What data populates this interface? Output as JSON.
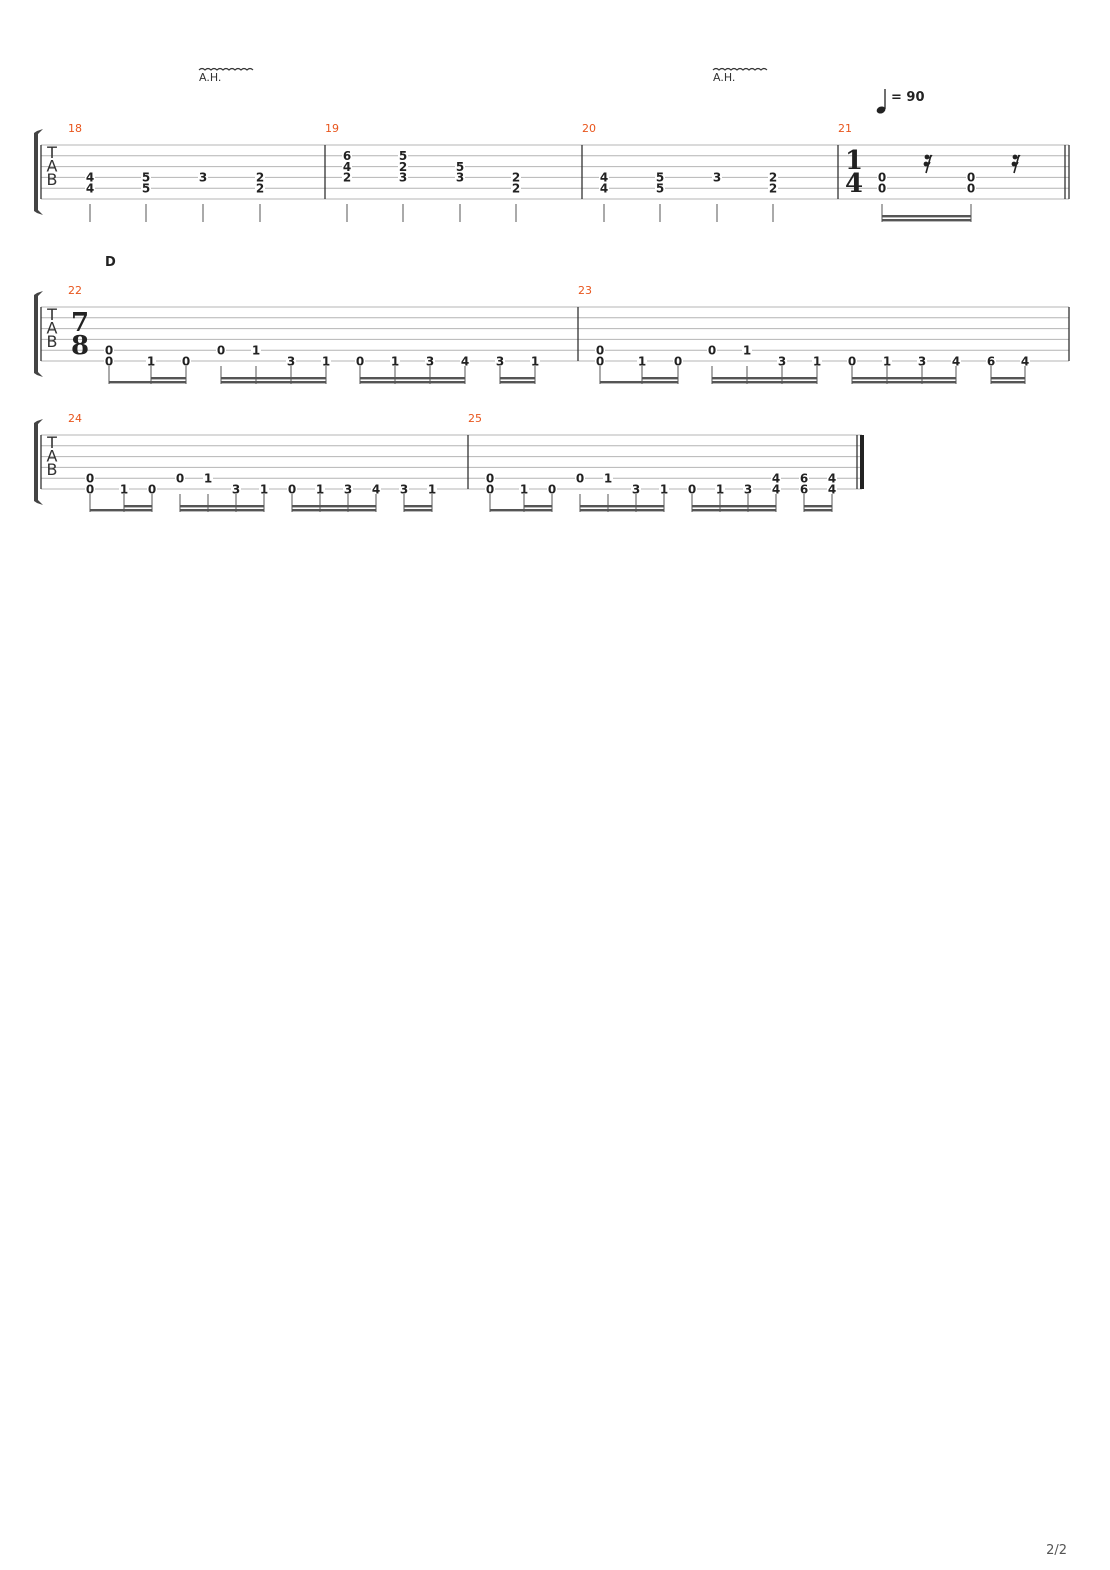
{
  "page": {
    "number": "2/2"
  },
  "tab_clef": [
    "T",
    "A",
    "B"
  ],
  "tempo": {
    "symbol": "quarter-note",
    "text": "= 90"
  },
  "rehearsal_marker": "D",
  "annotations": [
    "A.H.",
    "A.H."
  ],
  "systems": [
    {
      "measures": [
        {
          "number": "18",
          "beats": [
            {
              "notes": [
                {
                  "string": 4,
                  "fret": "4"
                },
                {
                  "string": 5,
                  "fret": "4"
                }
              ]
            },
            {
              "notes": [
                {
                  "string": 4,
                  "fret": "5"
                },
                {
                  "string": 5,
                  "fret": "5"
                }
              ]
            },
            {
              "notes": [
                {
                  "string": 4,
                  "fret": "3"
                }
              ]
            },
            {
              "notes": [
                {
                  "string": 4,
                  "fret": "2"
                },
                {
                  "string": 5,
                  "fret": "2"
                }
              ]
            }
          ],
          "beams": []
        },
        {
          "number": "19",
          "beats": [
            {
              "notes": [
                {
                  "string": 2,
                  "fret": "6"
                },
                {
                  "string": 3,
                  "fret": "4"
                },
                {
                  "string": 4,
                  "fret": "2"
                }
              ]
            },
            {
              "notes": [
                {
                  "string": 2,
                  "fret": "5"
                },
                {
                  "string": 3,
                  "fret": "2"
                },
                {
                  "string": 4,
                  "fret": "3"
                }
              ]
            },
            {
              "notes": [
                {
                  "string": 3,
                  "fret": "5"
                },
                {
                  "string": 4,
                  "fret": "3"
                }
              ]
            },
            {
              "notes": [
                {
                  "string": 4,
                  "fret": "2"
                },
                {
                  "string": 5,
                  "fret": "2"
                }
              ]
            }
          ],
          "beams": []
        },
        {
          "number": "20",
          "beats": [
            {
              "notes": [
                {
                  "string": 4,
                  "fret": "4"
                },
                {
                  "string": 5,
                  "fret": "4"
                }
              ]
            },
            {
              "notes": [
                {
                  "string": 4,
                  "fret": "5"
                },
                {
                  "string": 5,
                  "fret": "5"
                }
              ]
            },
            {
              "notes": [
                {
                  "string": 4,
                  "fret": "3"
                }
              ]
            },
            {
              "notes": [
                {
                  "string": 4,
                  "fret": "2"
                },
                {
                  "string": 5,
                  "fret": "2"
                }
              ]
            }
          ],
          "beams": []
        },
        {
          "number": "21",
          "time_signature": {
            "num": "1",
            "den": "4"
          },
          "beats": [
            {
              "notes": [
                {
                  "string": 4,
                  "fret": "0"
                },
                {
                  "string": 5,
                  "fret": "0"
                }
              ]
            },
            {
              "rest": "sixteenth"
            },
            {
              "notes": [
                {
                  "string": 4,
                  "fret": "0"
                },
                {
                  "string": 5,
                  "fret": "0"
                }
              ]
            },
            {
              "rest": "sixteenth"
            }
          ],
          "beams": [
            {
              "beats": [
                0,
                2
              ],
              "levels": 2
            }
          ]
        }
      ]
    },
    {
      "measures": [
        {
          "number": "22",
          "time_signature": {
            "num": "7",
            "den": "8"
          },
          "beats": [
            {
              "notes": [
                {
                  "string": 5,
                  "fret": "0"
                },
                {
                  "string": 6,
                  "fret": "0"
                }
              ]
            },
            {
              "notes": [
                {
                  "string": 6,
                  "fret": "1"
                }
              ]
            },
            {
              "notes": [
                {
                  "string": 6,
                  "fret": "0"
                }
              ]
            },
            {
              "notes": [
                {
                  "string": 5,
                  "fret": "0"
                }
              ]
            },
            {
              "notes": [
                {
                  "string": 5,
                  "fret": "1"
                }
              ]
            },
            {
              "notes": [
                {
                  "string": 6,
                  "fret": "3"
                }
              ]
            },
            {
              "notes": [
                {
                  "string": 6,
                  "fret": "1"
                }
              ]
            },
            {
              "notes": [
                {
                  "string": 6,
                  "fret": "0"
                }
              ]
            },
            {
              "notes": [
                {
                  "string": 6,
                  "fret": "1"
                }
              ]
            },
            {
              "notes": [
                {
                  "string": 6,
                  "fret": "3"
                }
              ]
            },
            {
              "notes": [
                {
                  "string": 6,
                  "fret": "4"
                }
              ]
            },
            {
              "notes": [
                {
                  "string": 6,
                  "fret": "3"
                }
              ]
            },
            {
              "notes": [
                {
                  "string": 6,
                  "fret": "1"
                }
              ]
            }
          ],
          "beams": [
            {
              "beats": [
                0,
                2
              ],
              "levels": 1,
              "sub": {
                "beats": [
                  1,
                  2
                ],
                "levels": 2
              }
            },
            {
              "beats": [
                3,
                6
              ],
              "levels": 2
            },
            {
              "beats": [
                7,
                10
              ],
              "levels": 2
            },
            {
              "beats": [
                11,
                12
              ],
              "levels": 2
            }
          ]
        },
        {
          "number": "23",
          "beats": [
            {
              "notes": [
                {
                  "string": 5,
                  "fret": "0"
                },
                {
                  "string": 6,
                  "fret": "0"
                }
              ]
            },
            {
              "notes": [
                {
                  "string": 6,
                  "fret": "1"
                }
              ]
            },
            {
              "notes": [
                {
                  "string": 6,
                  "fret": "0"
                }
              ]
            },
            {
              "notes": [
                {
                  "string": 5,
                  "fret": "0"
                }
              ]
            },
            {
              "notes": [
                {
                  "string": 5,
                  "fret": "1"
                }
              ]
            },
            {
              "notes": [
                {
                  "string": 6,
                  "fret": "3"
                }
              ]
            },
            {
              "notes": [
                {
                  "string": 6,
                  "fret": "1"
                }
              ]
            },
            {
              "notes": [
                {
                  "string": 6,
                  "fret": "0"
                }
              ]
            },
            {
              "notes": [
                {
                  "string": 6,
                  "fret": "1"
                }
              ]
            },
            {
              "notes": [
                {
                  "string": 6,
                  "fret": "3"
                }
              ]
            },
            {
              "notes": [
                {
                  "string": 6,
                  "fret": "4"
                }
              ]
            },
            {
              "notes": [
                {
                  "string": 6,
                  "fret": "6"
                }
              ]
            },
            {
              "notes": [
                {
                  "string": 6,
                  "fret": "4"
                }
              ]
            }
          ],
          "beams": [
            {
              "beats": [
                0,
                2
              ],
              "levels": 1,
              "sub": {
                "beats": [
                  1,
                  2
                ],
                "levels": 2
              }
            },
            {
              "beats": [
                3,
                6
              ],
              "levels": 2
            },
            {
              "beats": [
                7,
                10
              ],
              "levels": 2
            },
            {
              "beats": [
                11,
                12
              ],
              "levels": 2
            }
          ]
        }
      ]
    },
    {
      "measures": [
        {
          "number": "24",
          "beats": [
            {
              "notes": [
                {
                  "string": 5,
                  "fret": "0"
                },
                {
                  "string": 6,
                  "fret": "0"
                }
              ]
            },
            {
              "notes": [
                {
                  "string": 6,
                  "fret": "1"
                }
              ]
            },
            {
              "notes": [
                {
                  "string": 6,
                  "fret": "0"
                }
              ]
            },
            {
              "notes": [
                {
                  "string": 5,
                  "fret": "0"
                }
              ]
            },
            {
              "notes": [
                {
                  "string": 5,
                  "fret": "1"
                }
              ]
            },
            {
              "notes": [
                {
                  "string": 6,
                  "fret": "3"
                }
              ]
            },
            {
              "notes": [
                {
                  "string": 6,
                  "fret": "1"
                }
              ]
            },
            {
              "notes": [
                {
                  "string": 6,
                  "fret": "0"
                }
              ]
            },
            {
              "notes": [
                {
                  "string": 6,
                  "fret": "1"
                }
              ]
            },
            {
              "notes": [
                {
                  "string": 6,
                  "fret": "3"
                }
              ]
            },
            {
              "notes": [
                {
                  "string": 6,
                  "fret": "4"
                }
              ]
            },
            {
              "notes": [
                {
                  "string": 6,
                  "fret": "3"
                }
              ]
            },
            {
              "notes": [
                {
                  "string": 6,
                  "fret": "1"
                }
              ]
            }
          ],
          "beams": [
            {
              "beats": [
                0,
                2
              ],
              "levels": 1,
              "sub": {
                "beats": [
                  1,
                  2
                ],
                "levels": 2
              }
            },
            {
              "beats": [
                3,
                6
              ],
              "levels": 2
            },
            {
              "beats": [
                7,
                10
              ],
              "levels": 2
            },
            {
              "beats": [
                11,
                12
              ],
              "levels": 2
            }
          ]
        },
        {
          "number": "25",
          "final": true,
          "beats": [
            {
              "notes": [
                {
                  "string": 5,
                  "fret": "0"
                },
                {
                  "string": 6,
                  "fret": "0"
                }
              ]
            },
            {
              "notes": [
                {
                  "string": 6,
                  "fret": "1"
                }
              ]
            },
            {
              "notes": [
                {
                  "string": 6,
                  "fret": "0"
                }
              ]
            },
            {
              "notes": [
                {
                  "string": 5,
                  "fret": "0"
                }
              ]
            },
            {
              "notes": [
                {
                  "string": 5,
                  "fret": "1"
                }
              ]
            },
            {
              "notes": [
                {
                  "string": 6,
                  "fret": "3"
                }
              ]
            },
            {
              "notes": [
                {
                  "string": 6,
                  "fret": "1"
                }
              ]
            },
            {
              "notes": [
                {
                  "string": 6,
                  "fret": "0"
                }
              ]
            },
            {
              "notes": [
                {
                  "string": 6,
                  "fret": "1"
                }
              ]
            },
            {
              "notes": [
                {
                  "string": 6,
                  "fret": "3"
                }
              ]
            },
            {
              "notes": [
                {
                  "string": 5,
                  "fret": "4"
                },
                {
                  "string": 6,
                  "fret": "4"
                }
              ]
            },
            {
              "notes": [
                {
                  "string": 5,
                  "fret": "6"
                },
                {
                  "string": 6,
                  "fret": "6"
                }
              ]
            },
            {
              "notes": [
                {
                  "string": 5,
                  "fret": "4"
                },
                {
                  "string": 6,
                  "fret": "4"
                }
              ]
            }
          ],
          "beams": [
            {
              "beats": [
                0,
                2
              ],
              "levels": 1,
              "sub": {
                "beats": [
                  1,
                  2
                ],
                "levels": 2
              }
            },
            {
              "beats": [
                3,
                6
              ],
              "levels": 2
            },
            {
              "beats": [
                7,
                10
              ],
              "levels": 2
            },
            {
              "beats": [
                11,
                12
              ],
              "levels": 2
            }
          ]
        }
      ]
    }
  ]
}
